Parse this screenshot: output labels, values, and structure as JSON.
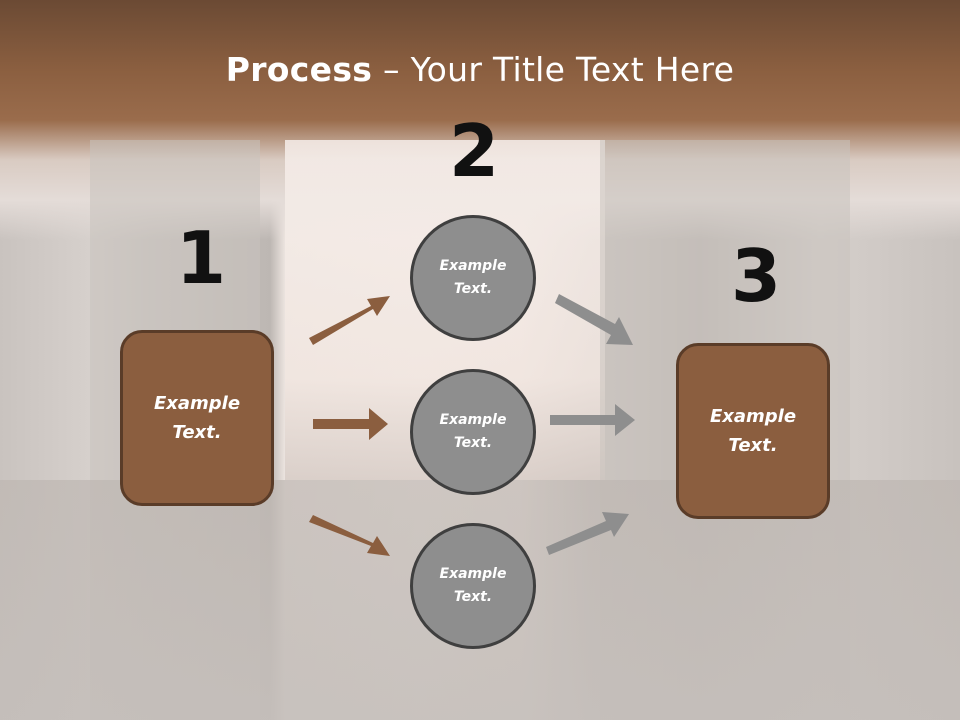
{
  "slide": {
    "title_bold": "Process",
    "title_rest": " – Your Title Text Here"
  },
  "steps": [
    {
      "number": "1",
      "text": "Example\nText."
    },
    {
      "number": "2"
    },
    {
      "number": "3",
      "text": "Example\nText."
    }
  ],
  "circles": [
    {
      "text": "Example\nText."
    },
    {
      "text": "Example\nText."
    },
    {
      "text": "Example\nText."
    }
  ],
  "colors": {
    "box_fill": "#8b5e3f",
    "circle_fill": "#8e8e8e",
    "brown_arrow": "#8b5e3f",
    "gray_arrow": "#8e8e8e"
  }
}
